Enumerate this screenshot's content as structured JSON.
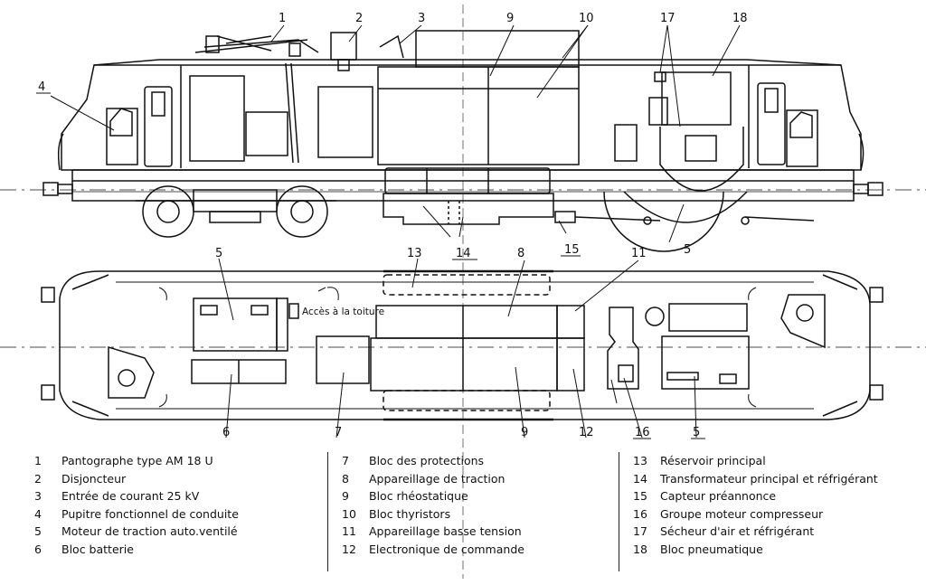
{
  "callouts": {
    "c1": "1",
    "c2": "2",
    "c3": "3",
    "c4": "4",
    "c5a": "5",
    "c5b": "5",
    "c5c": "5",
    "c6": "6",
    "c7": "7",
    "c8": "8",
    "c9a": "9",
    "c9b": "9",
    "c10": "10",
    "c11": "11",
    "c12": "12",
    "c13": "13",
    "c14": "14",
    "c15": "15",
    "c16": "16",
    "c17": "17",
    "c18": "18"
  },
  "access_label": "Accès à la toiture",
  "legend": [
    [
      {
        "num": "1",
        "text": "Pantographe  type AM 18 U"
      },
      {
        "num": "2",
        "text": "Disjoncteur"
      },
      {
        "num": "3",
        "text": "Entrée de courant  25 kV"
      },
      {
        "num": "4",
        "text": "Pupitre fonctionnel de conduite"
      },
      {
        "num": "5",
        "text": "Moteur de traction auto.ventilé"
      },
      {
        "num": "6",
        "text": "Bloc batterie"
      }
    ],
    [
      {
        "num": "7",
        "text": "Bloc des protections"
      },
      {
        "num": "8",
        "text": "Appareillage de traction"
      },
      {
        "num": "9",
        "text": "Bloc rhéostatique"
      },
      {
        "num": "10",
        "text": "Bloc thyristors"
      },
      {
        "num": "11",
        "text": "Appareillage basse tension"
      },
      {
        "num": "12",
        "text": "Electronique de commande"
      }
    ],
    [
      {
        "num": "13",
        "text": "Réservoir principal"
      },
      {
        "num": "14",
        "text": "Transformateur principal et réfrigérant"
      },
      {
        "num": "15",
        "text": "Capteur préannonce"
      },
      {
        "num": "16",
        "text": "Groupe moteur compresseur"
      },
      {
        "num": "17",
        "text": "Sécheur d'air et réfrigérant"
      },
      {
        "num": "18",
        "text": "Bloc pneumatique"
      }
    ]
  ]
}
